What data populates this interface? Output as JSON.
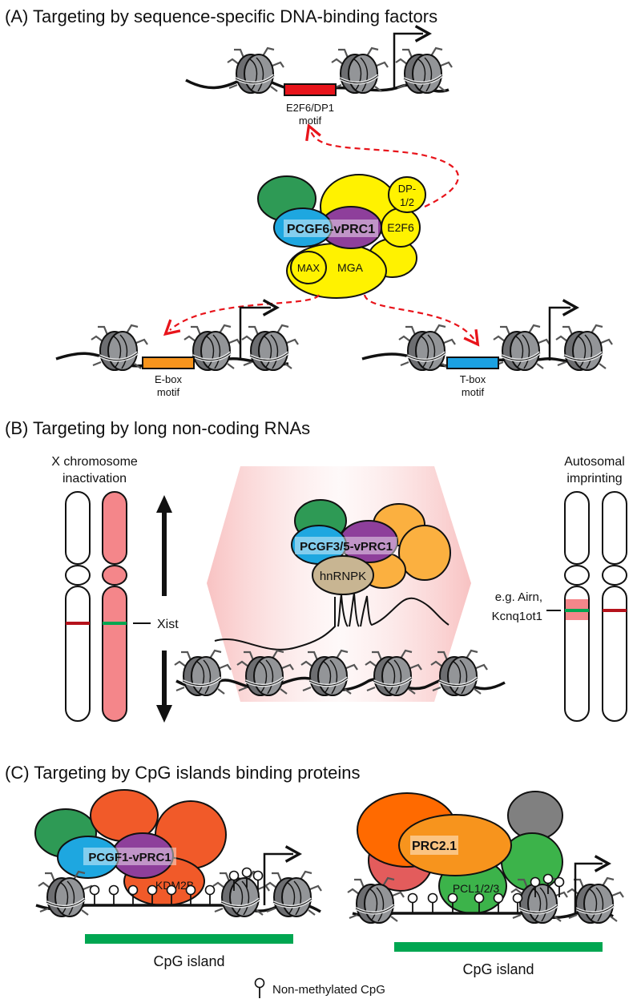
{
  "sections": {
    "a": {
      "title": "(A)  Targeting by sequence-specific DNA-binding factors"
    },
    "b": {
      "title": "(B)  Targeting by long non-coding RNAs"
    },
    "c": {
      "title": "(C)  Targeting by CpG islands binding proteins"
    }
  },
  "panel_a": {
    "motif_top": [
      "E2F6/DP1",
      "motif"
    ],
    "motif_left": [
      "E-box",
      "motif"
    ],
    "motif_right": [
      "T-box",
      "motif"
    ],
    "complex_label": "PCGF6-vPRC1",
    "dp_label": [
      "DP-",
      "1/2"
    ],
    "e2f6_label": "E2F6",
    "max_label": "MAX",
    "mga_label": "MGA"
  },
  "panel_b": {
    "x_inactivation": [
      "X chromosome",
      "inactivation"
    ],
    "xist": "Xist",
    "autosomal": [
      "Autosomal",
      "imprinting"
    ],
    "examples": [
      "e.g. Airn,",
      "Kcnq1ot1"
    ],
    "complex_label": "PCGF3/5-vPRC1",
    "hnrnpk": "hnRNPK"
  },
  "panel_c": {
    "complex_left": "PCGF1-vPRC1",
    "kdm2b": "KDM2B",
    "complex_right": "PRC2.1",
    "pcl": "PCL1/2/3",
    "cpg_left": "CpG island",
    "cpg_right": "CpG island",
    "legend": "Non-methylated CpG"
  },
  "colors": {
    "motif_e2f6": "#e8141b",
    "motif_ebox": "#f7941d",
    "motif_tbox": "#1ba1e2",
    "pcgf_blue": "#1ea7e0",
    "purple": "#8e3f9b",
    "green_dark": "#2e9a55",
    "yellow": "#fff200",
    "orange_light": "#fbb040",
    "orange_red": "#f15a29",
    "tan": "#c8b592",
    "cpg_green": "#00a651",
    "chrom_pink": "#f4868a",
    "arrow_red": "#e8141b"
  }
}
